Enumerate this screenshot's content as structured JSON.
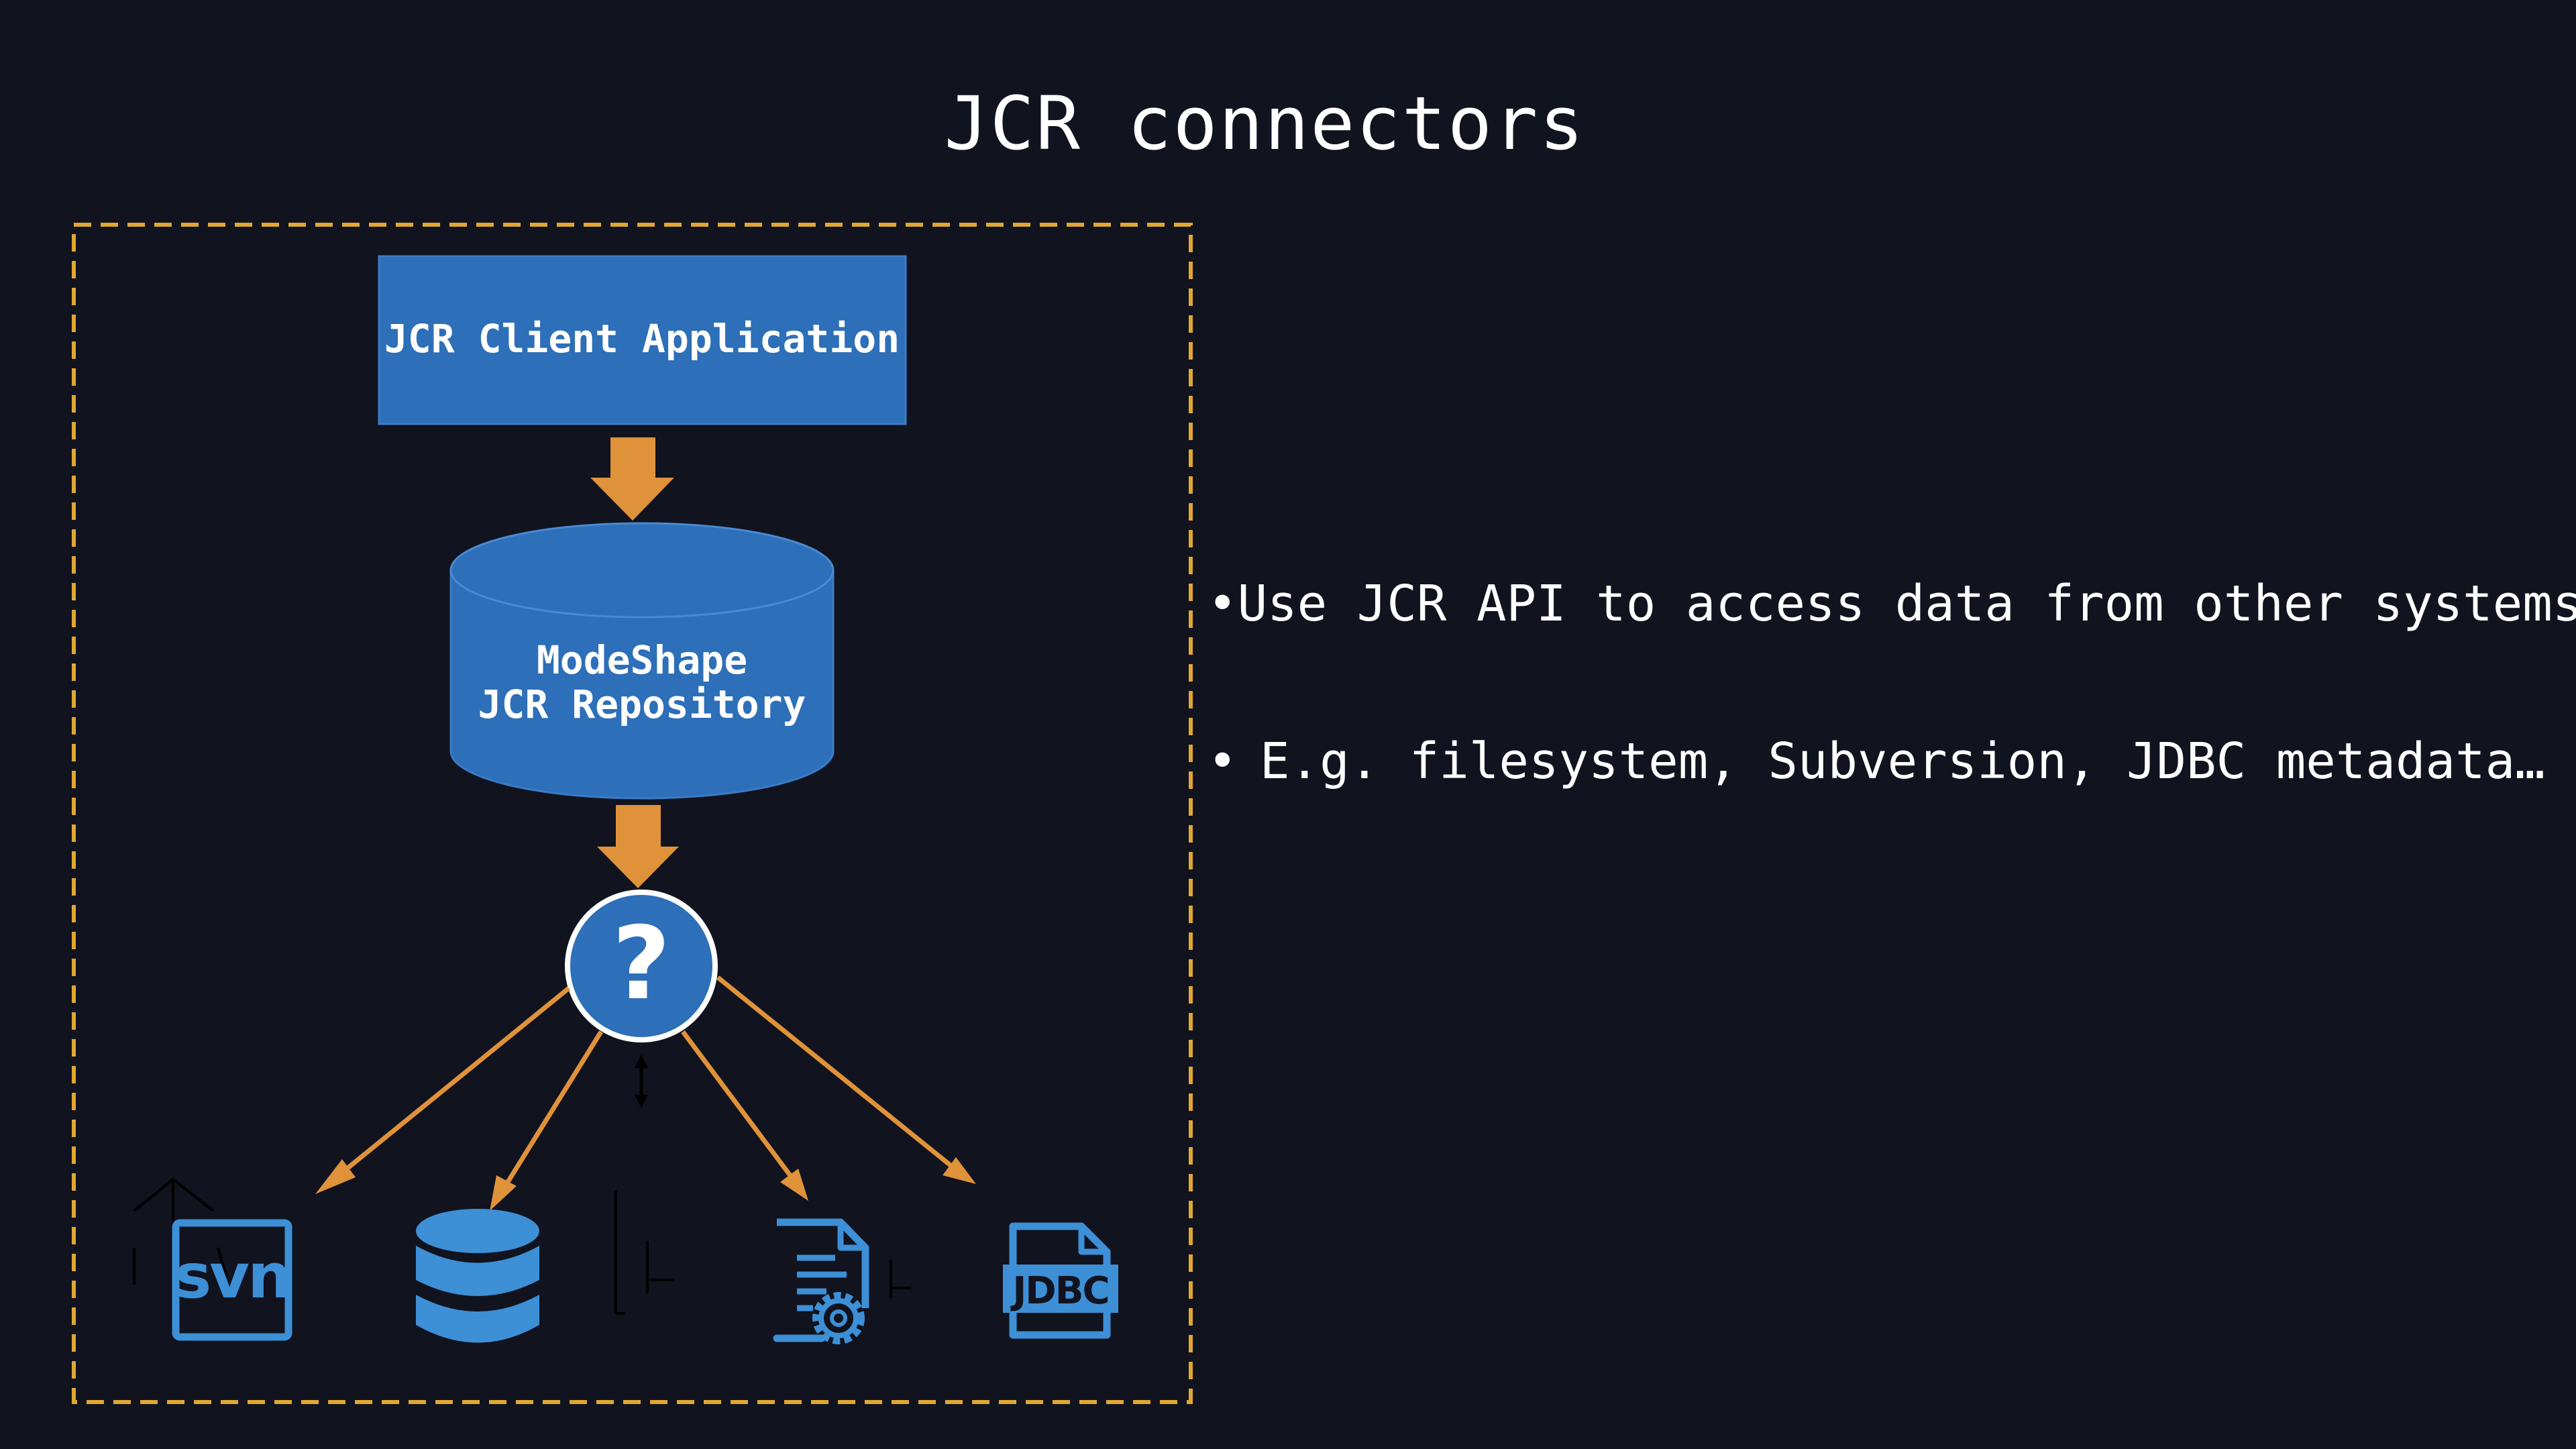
{
  "slide": {
    "title": "JCR connectors",
    "bullets": [
      "Use JCR API to access data from other systems",
      "E.g. filesystem, Subversion, JDBC metadata…"
    ]
  },
  "diagram": {
    "client_box_label": "JCR Client Application",
    "repository_label_line1": "ModeShape",
    "repository_label_line2": "JCR Repository",
    "connector_symbol": "?",
    "svn_icon_text": "svn",
    "jdbc_icon_text": "JDBC",
    "icons": [
      "svn-icon",
      "database-icon",
      "file-settings-icon",
      "jdbc-icon"
    ],
    "colors": {
      "background": "#11131f",
      "box_blue": "#2d6fb8",
      "icon_blue": "#3d8fd6",
      "arrow_orange": "#e0923a",
      "frame_dashed": "#e0a830"
    }
  }
}
